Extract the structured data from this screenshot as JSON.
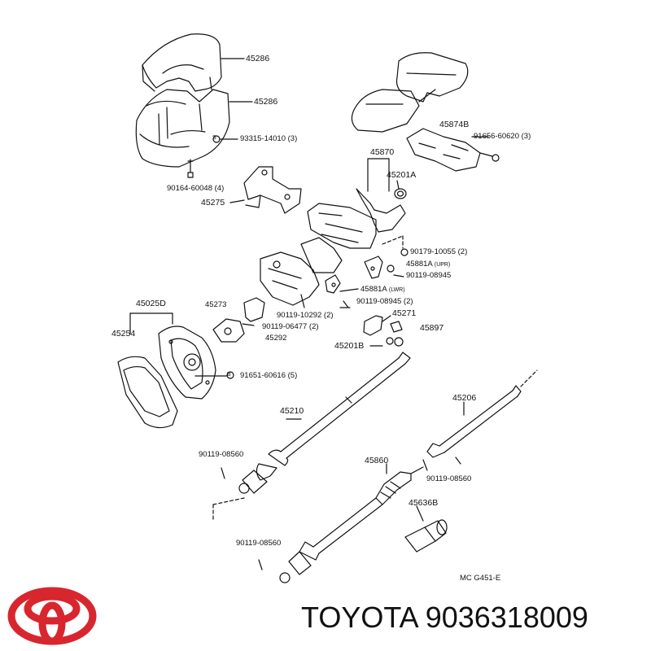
{
  "diagram": {
    "labels": {
      "p45286a": "45286",
      "p45286b": "45286",
      "p93315": "93315-14010 (3)",
      "p90164": "90164-60048 (4)",
      "p45275": "45275",
      "p45870": "45870",
      "p45201a": "45201A",
      "p45874b": "45874B",
      "p91656": "91656-60620 (3)",
      "p90179": "90179-10055 (2)",
      "p45881a_upr": "45881A",
      "upr": "(UPR)",
      "p90119_08945a": "90119-08945",
      "p45881a_lwr": "45881A",
      "lwr": "(LWR)",
      "p90119_08945b": "90119-08945 (2)",
      "p45271": "45271",
      "p45897": "45897",
      "p45201b": "45201B",
      "p45273": "45273",
      "p90119_10292": "90119-10292 (2)",
      "p90119_06477": "90119-06477 (2)",
      "p45292": "45292",
      "p45025d": "45025D",
      "p45254": "45254",
      "p91651": "91651-60616 (5)",
      "p45210": "45210",
      "p45206": "45206",
      "p90119_08560a": "90119-08560",
      "p90119_08560b": "90119-08560",
      "p90119_08560c": "90119-08560",
      "p45860": "45860",
      "p45636b": "45636B",
      "drawing_code": "MC  G451-E",
      "sym_s": "S",
      "sym_b": "B"
    },
    "footer": {
      "text": "TOYOTA 9036318009"
    },
    "colors": {
      "logo": "#d8262f",
      "ink": "#111111"
    }
  }
}
